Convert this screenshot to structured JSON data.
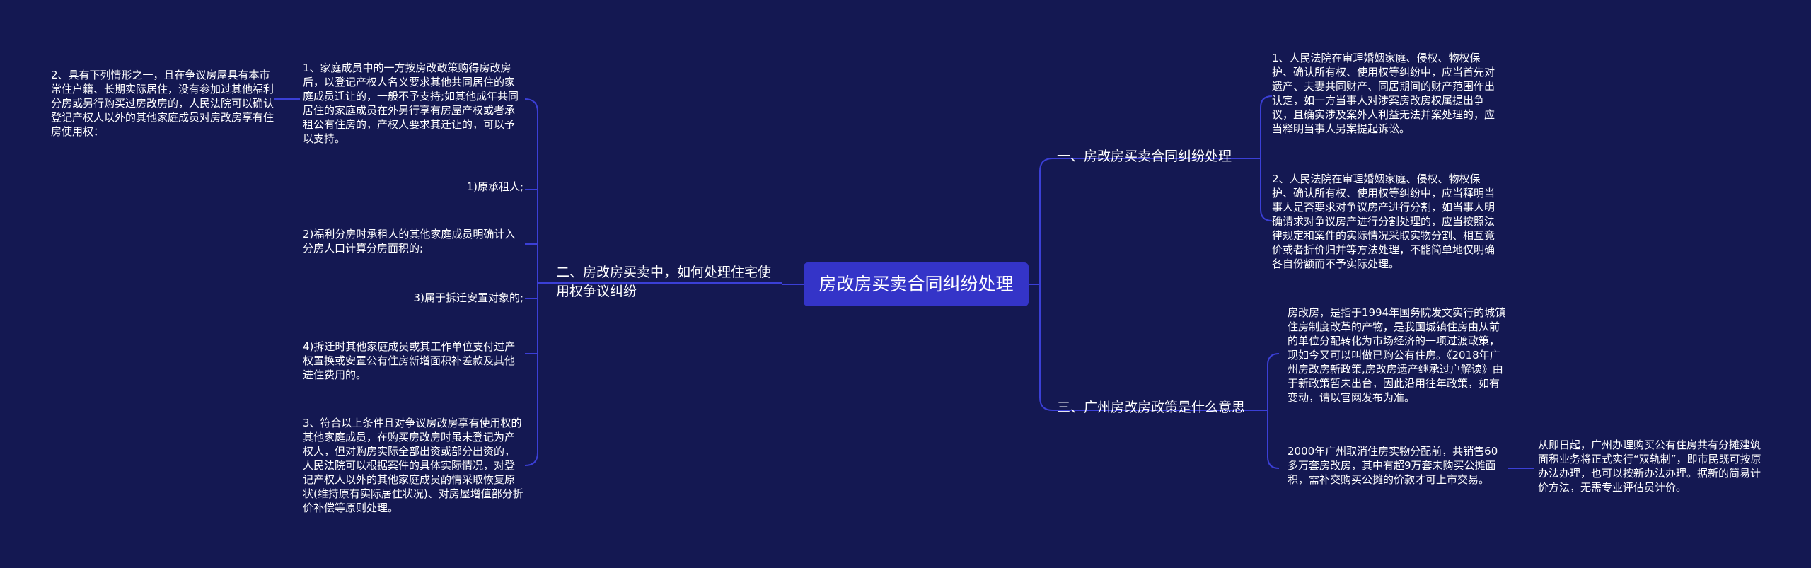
{
  "root": {
    "label": "房改房买卖合同纠纷处理"
  },
  "branches": {
    "b1": {
      "label": "一、房改房买卖合同纠纷处理",
      "children": [
        "1、人民法院在审理婚姻家庭、侵权、物权保护、确认所有权、使用权等纠纷中，应当首先对遗产、夫妻共同财产、同居期间的财产范围作出认定，如一方当事人对涉案房改房权属提出争议，且确实涉及案外人利益无法并案处理的，应当释明当事人另案提起诉讼。",
        "2、人民法院在审理婚姻家庭、侵权、物权保护、确认所有权、使用权等纠纷中，应当释明当事人是否要求对争议房产进行分割，如当事人明确请求对争议房产进行分割处理的，应当按照法律规定和案件的实际情况采取实物分割、相互竞价或者折价归并等方法处理，不能简单地仅明确各自份额而不予实际处理。"
      ]
    },
    "b2": {
      "label": "二、房改房买卖中，如何处理住宅使用权争议纠纷",
      "children": [
        "1、家庭成员中的一方按房改政策购得房改房后，以登记产权人名义要求其他共同居住的家庭成员迁让的，一般不予支持;如其他成年共同居住的家庭成员在外另行享有房屋产权或者承租公有住房的，产权人要求其迁让的，可以予以支持。",
        "1)原承租人;",
        "2)福利分房时承租人的其他家庭成员明确计入分房人口计算分房面积的;",
        "3)属于拆迁安置对象的;",
        "4)拆迁时其他家庭成员或其工作单位支付过产权置换或安置公有住房新增面积补差款及其他进住费用的。",
        "3、符合以上条件且对争议房改房享有使用权的其他家庭成员，在购买房改房时虽未登记为产权人，但对购房实际全部出资或部分出资的，人民法院可以根据案件的具体实际情况，对登记产权人以外的其他家庭成员酌情采取恢复原状(维持原有实际居住状况)、对房屋增值部分折价补偿等原则处理。"
      ],
      "sub": {
        "label": "2、具有下列情形之一，且在争议房屋具有本市常住户籍、长期实际居住，没有参加过其他福利分房或另行购买过房改房的，人民法院可以确认登记产权人以外的其他家庭成员对房改房享有住房使用权："
      }
    },
    "b3": {
      "label": "三、广州房改房政策是什么意思",
      "children": [
        "房改房，是指于1994年国务院发文实行的城镇住房制度改革的产物，是我国城镇住房由从前的单位分配转化为市场经济的一项过渡政策，现如今又可以叫做已购公有住房。《2018年广州房改房新政策,房改房遗产继承过户解读》由于新政策暂未出台，因此沿用往年政策，如有变动，请以官网发布为准。",
        "2000年广州取消住房实物分配前，共销售60多万套房改房，其中有超9万套未购买公摊面积，需补交购买公摊的价款才可上市交易。"
      ],
      "sub": {
        "label": "从即日起，广州办理购买公有住房共有分摊建筑面积业务将正式实行“双轨制”，即市民既可按原办法办理，也可以按新办法办理。据新的简易计价方法，无需专业评估员计价。"
      }
    }
  },
  "colors": {
    "background": "#141852",
    "root_fill": "#3434c8",
    "connector": "#3b3fd6",
    "text": "#ffffff"
  }
}
